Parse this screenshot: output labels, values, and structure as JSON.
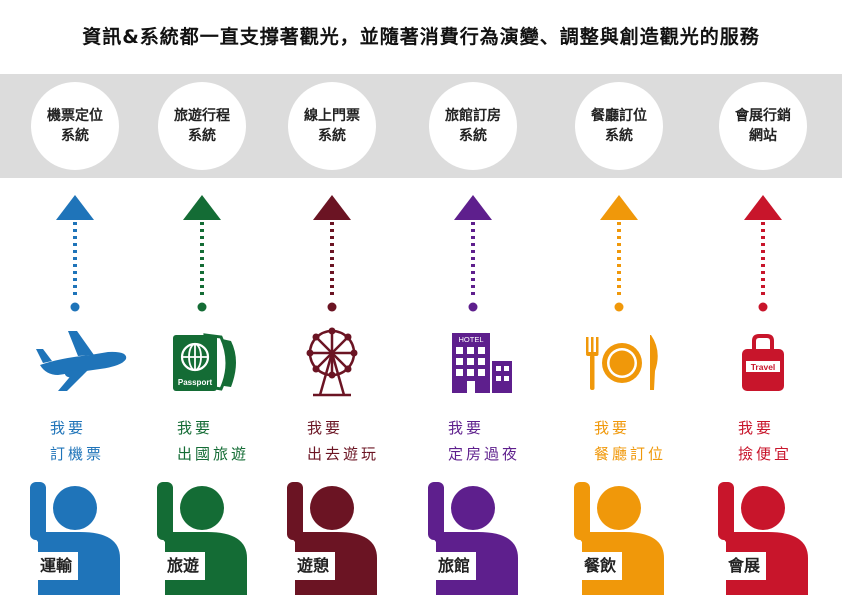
{
  "title": "資訊&系統都一直支撐著觀光，並隨著消費行為演變、調整與創造觀光的服務",
  "columns": [
    {
      "system": "機票定位\n系統",
      "want": "我要\n訂機票",
      "person": "運輸",
      "icon": "airplane-icon",
      "color": "#1f74b9"
    },
    {
      "system": "旅遊行程\n系統",
      "want": "我要\n出國旅遊",
      "person": "旅遊",
      "icon": "passport-icon",
      "color": "#146c35"
    },
    {
      "system": "線上門票\n系統",
      "want": "我要\n出去遊玩",
      "person": "遊憩",
      "icon": "ferris-wheel-icon",
      "color": "#6b1423"
    },
    {
      "system": "旅館訂房\n系統",
      "want": "我要\n定房過夜",
      "person": "旅館",
      "icon": "hotel-icon",
      "color": "#5e1f8d"
    },
    {
      "system": "餐廳訂位\n系統",
      "want": "我要\n餐廳訂位",
      "person": "餐飲",
      "icon": "dining-icon",
      "color": "#f0980a"
    },
    {
      "system": "會展行銷\n網站",
      "want": "我要\n撿便宜",
      "person": "會展",
      "icon": "luggage-icon",
      "color": "#c8152b"
    }
  ],
  "icon_text": {
    "passport": "Passport",
    "hotel": "HOTEL",
    "luggage": "Travel"
  }
}
